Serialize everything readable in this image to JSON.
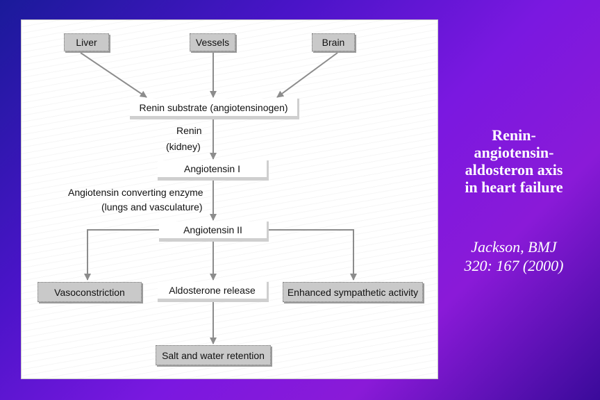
{
  "diagram": {
    "nodes": {
      "liver": "Liver",
      "vessels": "Vessels",
      "brain": "Brain",
      "renin_substrate": "Renin substrate (angiotensinogen)",
      "angiotensin_1": "Angiotensin I",
      "angiotensin_2": "Angiotensin II",
      "vasoconstriction": "Vasoconstriction",
      "aldosterone_release": "Aldosterone release",
      "sympathetic_activity": "Enhanced sympathetic activity",
      "salt_water_retention": "Salt and water retention"
    },
    "edge_labels": {
      "renin_line1": "Renin",
      "renin_line2": "(kidney)",
      "ace_line1": "Angiotensin converting enzyme",
      "ace_line2": "(lungs and vasculature)"
    }
  },
  "caption": {
    "line1": "Renin-",
    "line2": "angiotensin-",
    "line3": "aldosteron axis",
    "line4": "in heart failure"
  },
  "citation": {
    "line1": "Jackson,  BMJ",
    "line2": "320: 167 (2000)"
  },
  "colors": {
    "arrow": "#8c8c8c",
    "grey_box": "#c9c9c9",
    "text": "#ffffff"
  }
}
